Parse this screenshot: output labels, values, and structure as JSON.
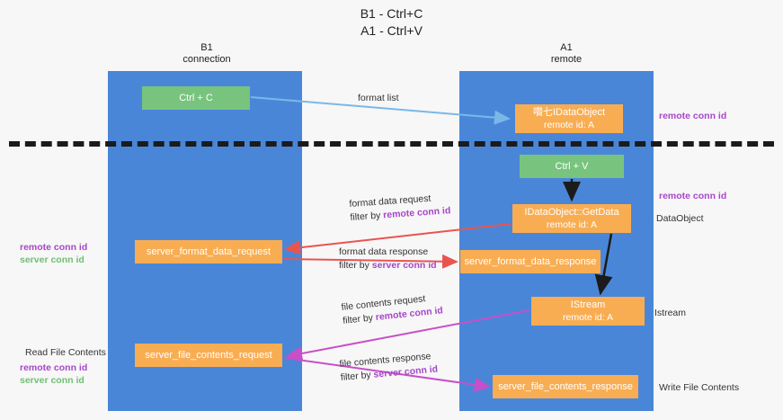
{
  "title": "B1 - Ctrl+C\nA1 - Ctrl+V",
  "columns": {
    "left": "B1\nconnection",
    "right": "A1\nremote"
  },
  "nodes": {
    "ctrl_c": {
      "label": "Ctrl + C"
    },
    "idataobject": {
      "label": "嚽七IDataObject",
      "sub": "remote id: A"
    },
    "ctrl_v": {
      "label": "Ctrl + V"
    },
    "getdata": {
      "label": "IDataObject::GetData",
      "sub": "remote id: A"
    },
    "server_format_data_request": {
      "label": "server_format_data_request"
    },
    "server_format_data_response": {
      "label": "server_format_data_response"
    },
    "istream": {
      "label": "IStream",
      "sub": "remote id: A"
    },
    "server_file_contents_request": {
      "label": "server_file_contents_request"
    },
    "server_file_contents_response": {
      "label": "server_file_contents_response"
    }
  },
  "side_labels": {
    "remote_conn_id_top": "remote conn id",
    "remote_conn_id_mid": "remote conn id",
    "dataobject": "DataObject",
    "istream": "Istream",
    "write_file_contents": "Write File Contents",
    "read_file_contents": "Read File Contents",
    "remote_conn_id": "remote conn id",
    "server_conn_id": "server conn id"
  },
  "edges": {
    "format_list": {
      "line1": "format list"
    },
    "format_data_request": {
      "line1": "format data request",
      "prefix": "filter by ",
      "highlight": "remote conn id"
    },
    "format_data_response": {
      "line1": "format data response",
      "prefix": "filter by ",
      "highlight": "server conn id"
    },
    "file_contents_request": {
      "line1": "file contents request",
      "prefix": "filter by ",
      "highlight": "remote conn id"
    },
    "file_contents_response": {
      "line1": "file contents response",
      "prefix": "filter by ",
      "highlight": "server conn id"
    }
  },
  "colors": {
    "lane": "#4a86d8",
    "green_node": "#78c47e",
    "orange_node": "#f9ad52",
    "purple": "#a746c8",
    "green_text": "#6fbf73",
    "arrow_blue": "#7ab8e8",
    "arrow_red": "#e8554f",
    "arrow_magenta": "#c84fc8",
    "arrow_black": "#1b1b1b"
  }
}
